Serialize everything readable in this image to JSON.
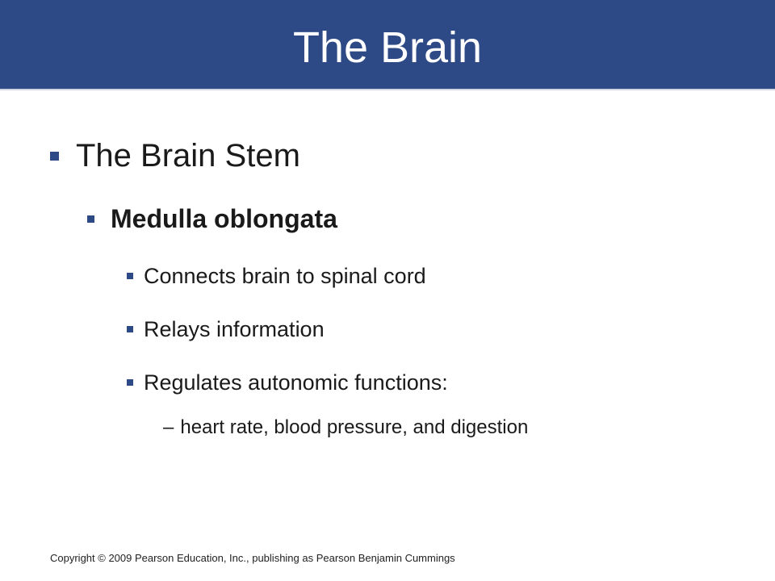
{
  "slide": {
    "title": "The Brain",
    "bullet_level1": "The Brain Stem",
    "bullet_level2": "Medulla oblongata",
    "bullets_level3": [
      "Connects brain to spinal cord",
      "Relays information",
      "Regulates autonomic functions:"
    ],
    "bullet_level4_marker": "–",
    "bullet_level4": "heart rate, blood pressure, and digestion",
    "footer": "Copyright © 2009 Pearson Education, Inc., publishing as Pearson Benjamin Cummings"
  },
  "colors": {
    "title_bar": "#2e4a86",
    "bullet": "#2e4a86",
    "title_text": "#ffffff"
  }
}
